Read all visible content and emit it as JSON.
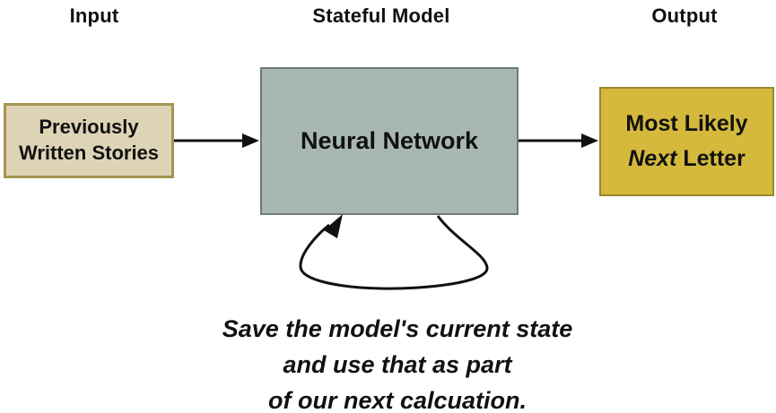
{
  "diagram": {
    "column_labels": {
      "input": "Input",
      "stateful_model": "Stateful Model",
      "output": "Output"
    },
    "boxes": {
      "input_box": {
        "line1": "Previously",
        "line2": "Written Stories",
        "fill": "#ddd4b6",
        "border": "#a4964e"
      },
      "model_box": {
        "label": "Neural Network",
        "fill": "#a8b8b1",
        "border": "#6f7b75"
      },
      "output_box": {
        "line1": "Most Likely",
        "line2_italic": "Next",
        "line2_rest": " Letter",
        "fill": "#d5b93c",
        "border": "#99872e"
      }
    },
    "arrows": {
      "color": "#111111",
      "input_to_model": "left-to-right",
      "model_to_output": "left-to-right",
      "recurrent_loop": "model bottom self-loop"
    },
    "caption": {
      "line1": "Save the model's current state",
      "line2": "and use that as part",
      "line3": "of our next calcuation."
    }
  }
}
